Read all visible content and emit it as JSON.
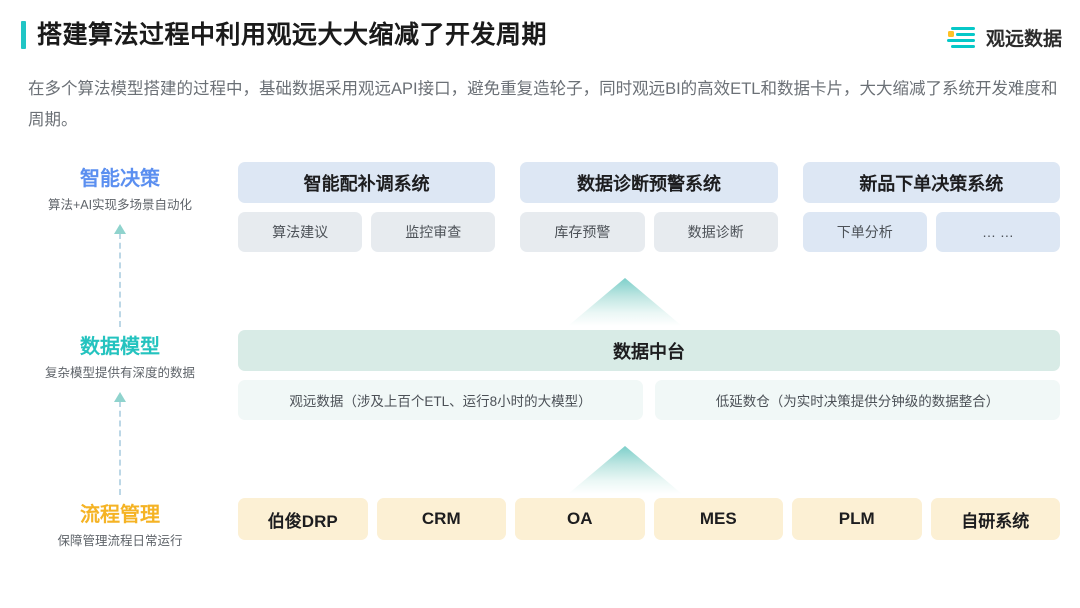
{
  "header": {
    "title": "搭建算法过程中利用观远大大缩减了开发周期",
    "brand_name": "观远数据",
    "brand_icon": "logo-bars-icon",
    "accent_color": "#20c5c5"
  },
  "subtitle": "在多个算法模型搭建的过程中，基础数据采用观远API接口，避免重复造轮子，同时观远BI的高效ETL和数据卡片，大大缩减了系统开发难度和周期。",
  "tiers": [
    {
      "heading": "智能决策",
      "caption": "算法+AI实现多场景自动化",
      "color": "#5b8ff0",
      "groups": [
        {
          "title": "智能配补调系统",
          "subs": [
            "算法建议",
            "监控审查"
          ],
          "sub_style": "gray"
        },
        {
          "title": "数据诊断预警系统",
          "subs": [
            "库存预警",
            "数据诊断"
          ],
          "sub_style": "gray"
        },
        {
          "title": "新品下单决策系统",
          "subs": [
            "下单分析",
            "… …"
          ],
          "sub_style": "blue"
        }
      ]
    },
    {
      "heading": "数据模型",
      "caption": "复杂模型提供有深度的数据",
      "color": "#24c3bf",
      "main": "数据中台",
      "subs": [
        "观远数据（涉及上百个ETL、运行8小时的大模型）",
        "低延数仓（为实时决策提供分钟级的数据整合）"
      ]
    },
    {
      "heading": "流程管理",
      "caption": "保障管理流程日常运行",
      "color": "#f5b324",
      "cards": [
        "伯俊DRP",
        "CRM",
        "OA",
        "MES",
        "PLM",
        "自研系统"
      ]
    }
  ],
  "arrows": {
    "flow_up_1": "triangle-up-icon",
    "flow_up_2": "triangle-up-icon",
    "dashed_1": "dashed-arrow-up-icon",
    "dashed_2": "dashed-arrow-up-icon"
  }
}
